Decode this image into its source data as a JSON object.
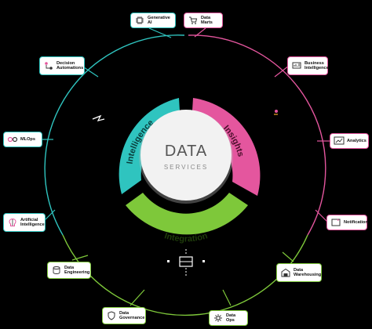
{
  "center": {
    "title": "DATA",
    "subtitle": "SERVICES"
  },
  "segments": {
    "intelligence": "Intelligence",
    "insights": "Insights",
    "integration": "Integration"
  },
  "colors": {
    "teal": "#2fc4bf",
    "pink": "#e4569e",
    "green": "#7ec83a",
    "background": "#000000"
  },
  "nodes": {
    "generative_ai": {
      "label": "Generative AI",
      "icon": "chip-icon"
    },
    "decision_automations": {
      "label": "Decision Automations",
      "icon": "flow-icon"
    },
    "mlops": {
      "label": "MLOps",
      "icon": "gear-loop-icon"
    },
    "artificial_intelligence": {
      "label": "Artificial Intelligence",
      "icon": "brain-icon"
    },
    "data_marts": {
      "label": "Data Marts",
      "icon": "cart-icon"
    },
    "business_intelligence": {
      "label": "Business Intelligence",
      "icon": "dashboard-icon"
    },
    "analytics": {
      "label": "Analytics",
      "icon": "chart-icon"
    },
    "notification": {
      "label": "Notification",
      "icon": "bell-icon"
    },
    "data_engineering": {
      "label": "Data Engineering",
      "icon": "database-icon"
    },
    "data_governance": {
      "label": "Data Governance",
      "icon": "shield-icon"
    },
    "data_ops": {
      "label": "Data Ops",
      "icon": "cog-icon"
    },
    "data_warehousing": {
      "label": "Data Warehousing",
      "icon": "warehouse-icon"
    }
  }
}
